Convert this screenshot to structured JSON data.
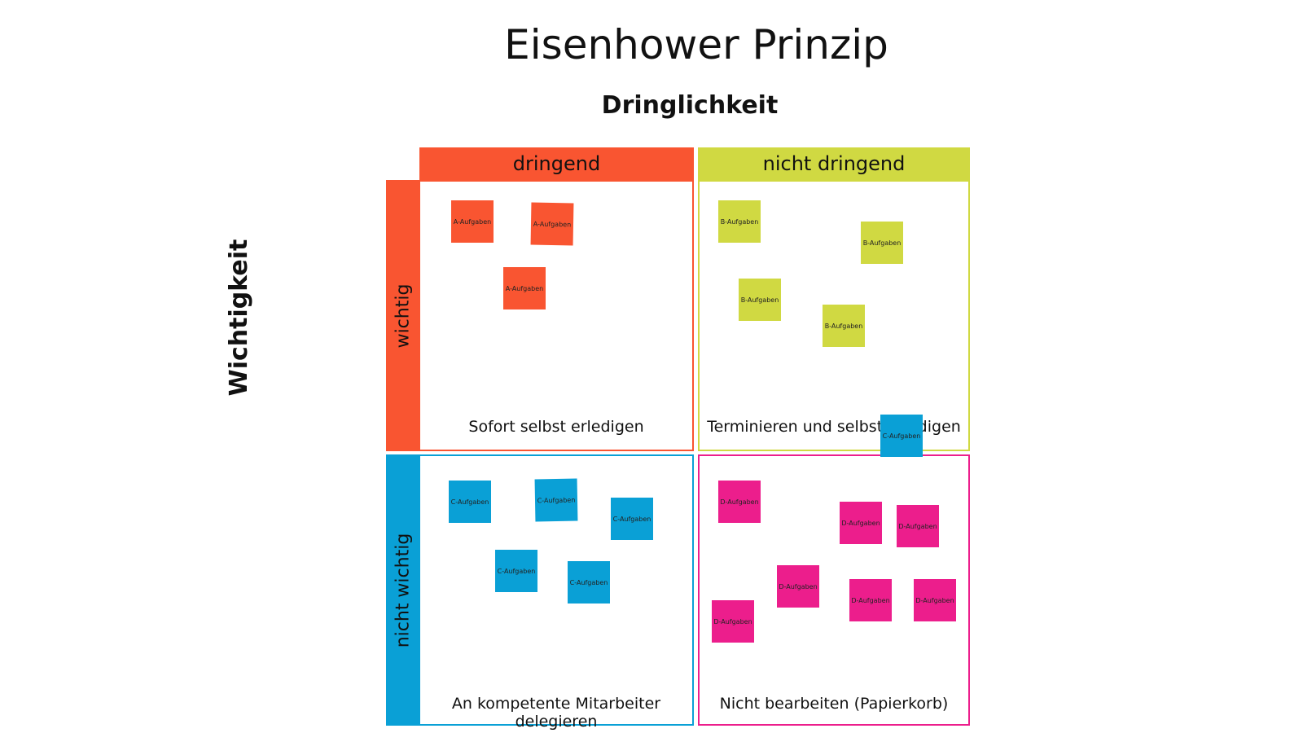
{
  "title": "Eisenhower Prinzip",
  "x_axis_label": "Dringlichkeit",
  "y_axis_label": "Wichtigkeit",
  "columns": [
    {
      "label": "dringend",
      "color": "#f95531"
    },
    {
      "label": "nicht dringend",
      "color": "#d0d942"
    }
  ],
  "rows": [
    {
      "label": "wichtig",
      "color": "#f95531"
    },
    {
      "label": "nicht wichtig",
      "color": "#0aa0d6"
    }
  ],
  "quadrants": {
    "a": {
      "action": "Sofort selbst erledigen",
      "color": "#f95531"
    },
    "b": {
      "action": "Terminieren und selbst erledigen",
      "color": "#d0d942"
    },
    "c": {
      "action": "An kompetente Mitarbeiter delegieren",
      "color": "#0aa0d6"
    },
    "d": {
      "action": "Nicht bearbeiten (Papierkorb)",
      "color": "#ec1e8c"
    }
  },
  "notes": {
    "a": "A-Aufgaben",
    "b": "B-Aufgaben",
    "c": "C-Aufgaben",
    "d": "D-Aufgaben"
  }
}
